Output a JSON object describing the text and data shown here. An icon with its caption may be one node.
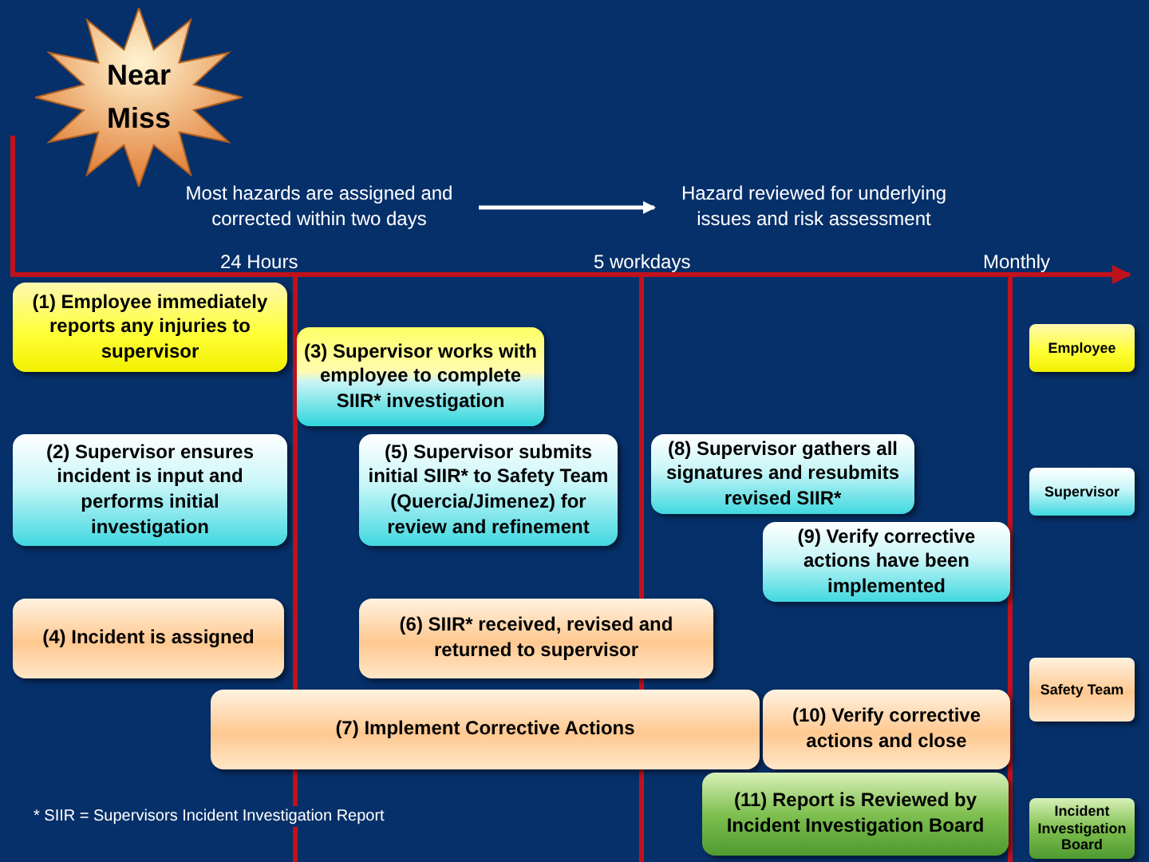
{
  "diagram": {
    "nodes": [
      {
        "text": [
          "Near Miss"
        ]
      },
      {
        "text": [
          "Most hazards are assigned and corrected within two days"
        ]
      },
      {
        "text": [
          "Hazard reviewed for underlying issues and risk assessment"
        ]
      },
      {
        "text": [
          "(1)  Employee immediately reports any injuries to supervisor"
        ]
      },
      {
        "text": [
          "(3)  Supervisor works with employee to complete SIIR* investigation"
        ]
      },
      {
        "text": [
          "Employee"
        ]
      },
      {
        "text": [
          "(2)  Supervisor ensures incident is input and performs initial investigation"
        ]
      },
      {
        "text": [
          "(5)  Supervisor submits initial SIIR* to Safety Team (Quercia/Jimenez) for review and refinement"
        ]
      },
      {
        "text": [
          "(8)  Supervisor gathers all signatures and resubmits revised SIIR*"
        ]
      },
      {
        "text": [
          "Supervisor"
        ]
      },
      {
        "text": [
          "(9)  Verify corrective actions have been implemented"
        ]
      },
      {
        "text": [
          "(4)  Incident is assigned"
        ]
      },
      {
        "text": [
          "(6)  SIIR* received, revised and returned to supervisor"
        ]
      },
      {
        "text": [
          "Safety Team"
        ]
      },
      {
        "text": [
          "(7)  Implement Corrective Actions"
        ]
      },
      {
        "text": [
          "(10)  Verify corrective actions and close"
        ]
      },
      {
        "text": [
          "(11)  Report is Reviewed by Incident Investigation Board"
        ]
      },
      {
        "text": [
          "Incident Investigation Board"
        ]
      }
    ],
    "edges": [
      {
        "from": 1,
        "to": 2,
        "arrow": "to"
      }
    ],
    "labels": [
      "24 Hours",
      "5 workdays",
      "Monthly",
      "* SIIR = Supervisors Incident Investigation Report"
    ]
  }
}
